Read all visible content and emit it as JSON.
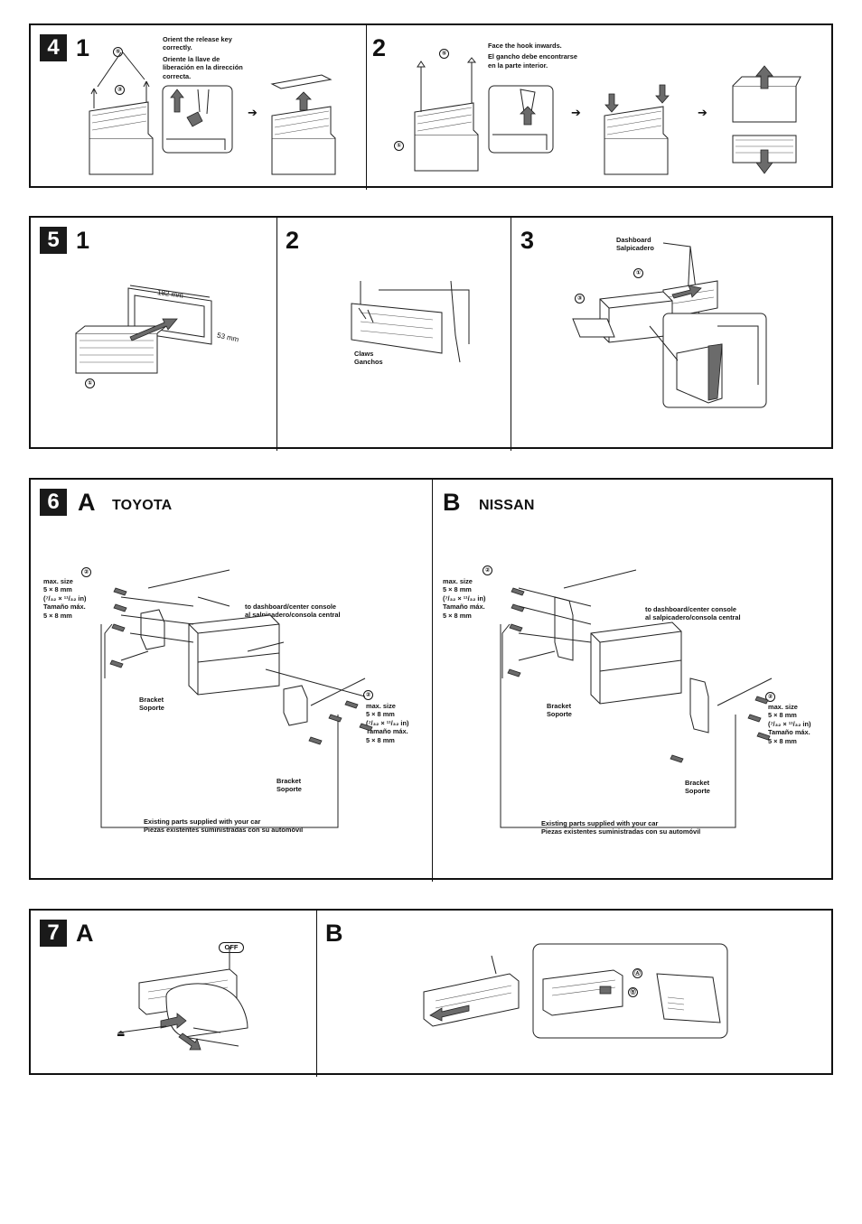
{
  "section4": {
    "badge": "4",
    "step1": {
      "num": "1",
      "note_en": "Orient the release key correctly.",
      "note_es": "Oriente la llave de liberación en la dirección correcta.",
      "callouts": [
        "⑤",
        "③"
      ]
    },
    "step2": {
      "num": "2",
      "note_en": "Face the hook inwards.",
      "note_es": "El gancho debe encontrarse en la parte interior.",
      "callouts": [
        "⑤",
        "①"
      ]
    },
    "arrow": "➔"
  },
  "section5": {
    "badge": "5",
    "step1": {
      "num": "1",
      "dim_w": "182 mm",
      "dim_h": "53 mm",
      "callout": "①"
    },
    "step2": {
      "num": "2",
      "claws_en": "Claws",
      "claws_es": "Ganchos"
    },
    "step3": {
      "num": "3",
      "dash_en": "Dashboard",
      "dash_es": "Salpicadero",
      "callout1": "①",
      "callout3": "③"
    }
  },
  "section6": {
    "badge": "6",
    "A": {
      "letter": "A",
      "brand": "TOYOTA"
    },
    "B": {
      "letter": "B",
      "brand": "NISSAN"
    },
    "callout": "②",
    "max_size_l1": "max. size",
    "max_size_l2": "5 × 8 mm",
    "max_size_l3": "(⁷/₃₂ × ¹¹/₃₂ in)",
    "max_size_l4": "Tamaño máx.",
    "max_size_l5": "5 × 8 mm",
    "console_en": "to dashboard/center console",
    "console_es": "al salpicadero/consola central",
    "bracket_en": "Bracket",
    "bracket_es": "Soporte",
    "existing_en": "Existing parts supplied with your car",
    "existing_es": "Piezas existentes suministradas con su automóvil"
  },
  "section7": {
    "badge": "7",
    "A": {
      "letter": "A",
      "off_label": "OFF",
      "release_icon": "release-button-icon"
    },
    "B": {
      "letter": "B",
      "callout_a": "Ⓐ",
      "callout_b": "Ⓑ"
    }
  }
}
